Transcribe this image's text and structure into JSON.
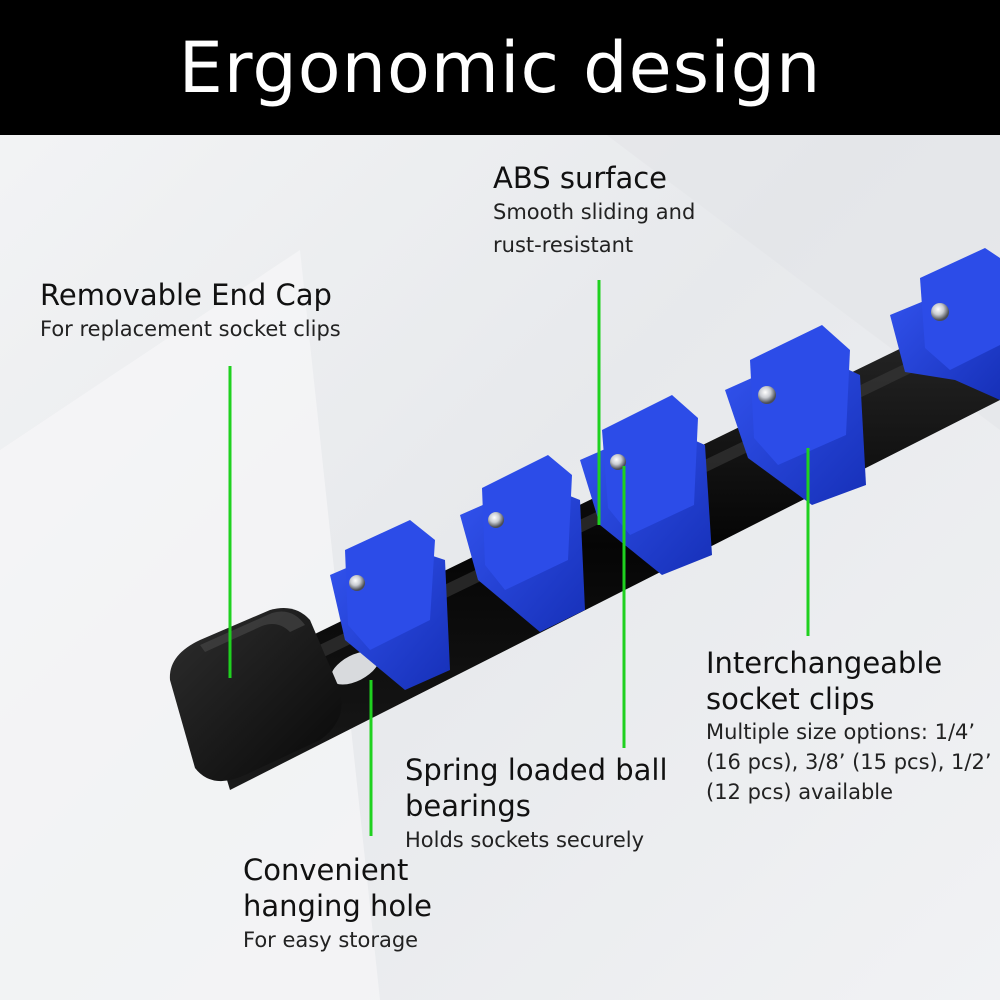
{
  "header": {
    "title": "Ergonomic design"
  },
  "callouts": {
    "abs": {
      "title": "ABS surface",
      "lines": [
        "Smooth sliding and",
        "rust-resistant"
      ]
    },
    "end_cap": {
      "title": "Removable End Cap",
      "lines": [
        "For replacement socket clips"
      ]
    },
    "clips": {
      "title_lines": [
        "Interchangeable",
        "socket clips"
      ],
      "lines": [
        "Multiple size options: 1/4’",
        "(16 pcs), 3/8’ (15 pcs), 1/2’",
        "(12 pcs) available"
      ]
    },
    "ball": {
      "title_lines": [
        "Spring loaded ball",
        "bearings"
      ],
      "lines": [
        "Holds sockets securely"
      ]
    },
    "hole": {
      "title_lines": [
        "Convenient",
        "hanging hole"
      ],
      "lines": [
        "For easy storage"
      ]
    }
  },
  "colors": {
    "header_bg": "#000000",
    "clip_blue": "#1f3fd9",
    "rail_black": "#0a0a0a",
    "leader_green": "#1fd11f"
  }
}
